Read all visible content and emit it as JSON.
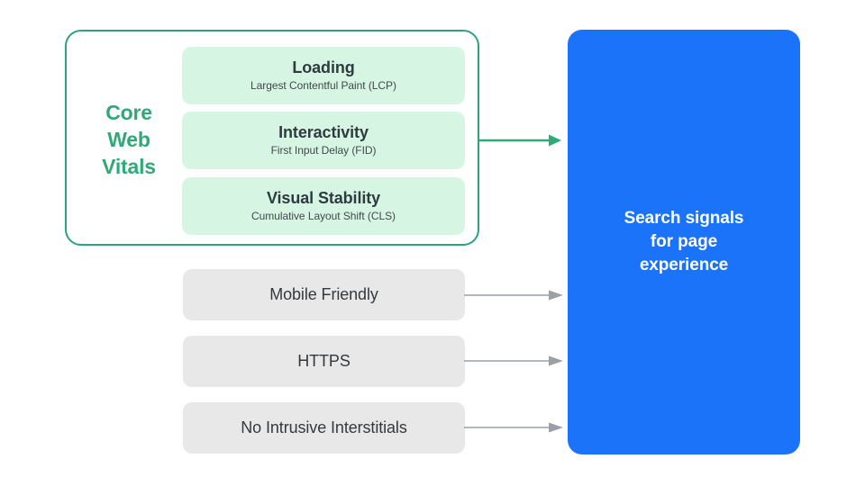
{
  "diagram": {
    "title": "Core Web Vitals and search signals for page experience",
    "colors": {
      "green_accent": "#2fa978",
      "green_border": "#2ca37a",
      "green_card_fill": "#d7f5e3",
      "gray_card_fill": "#e8e8e9",
      "blue_panel": "#1a73f8",
      "arrow_gray": "#9aa0a6",
      "dark_text": "#2e3b40",
      "white_text": "#ffffff",
      "background": "#ffffff"
    },
    "core_web_vitals": {
      "group_label_lines": [
        "Core",
        "Web",
        "Vitals"
      ],
      "metrics": [
        {
          "title": "Loading",
          "subtitle": "Largest Contentful Paint (LCP)"
        },
        {
          "title": "Interactivity",
          "subtitle": "First Input Delay (FID)"
        },
        {
          "title": "Visual Stability",
          "subtitle": "Cumulative Layout Shift (CLS)"
        }
      ]
    },
    "other_signals": [
      {
        "label": "Mobile Friendly"
      },
      {
        "label": "HTTPS"
      },
      {
        "label": "No Intrusive Interstitials"
      }
    ],
    "destination": {
      "label": "Search signals\nfor page\nexperience"
    },
    "connectors": [
      {
        "name": "core-web-vitals-to-destination",
        "color": "#2fa978"
      },
      {
        "name": "mobile-friendly-to-destination",
        "color": "#9aa0a6"
      },
      {
        "name": "https-to-destination",
        "color": "#9aa0a6"
      },
      {
        "name": "no-intrusive-interstitials-to-destination",
        "color": "#9aa0a6"
      }
    ]
  }
}
